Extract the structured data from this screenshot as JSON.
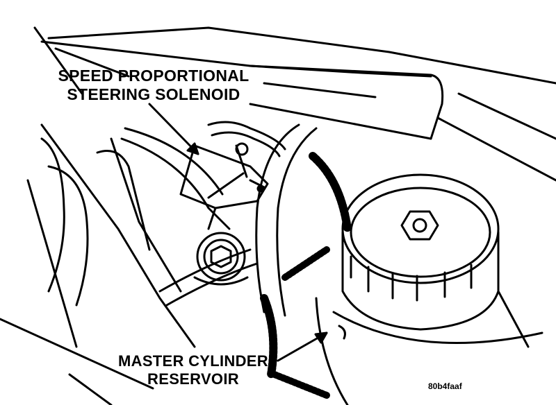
{
  "callouts": {
    "solenoid_line1": "SPEED PROPORTIONAL",
    "solenoid_line2": "STEERING SOLENOID",
    "reservoir_line1": "MASTER CYLINDER",
    "reservoir_line2": "RESERVOIR"
  },
  "figure_code": "80b4faaf",
  "colors": {
    "ink": "#000000",
    "paper": "#ffffff"
  }
}
